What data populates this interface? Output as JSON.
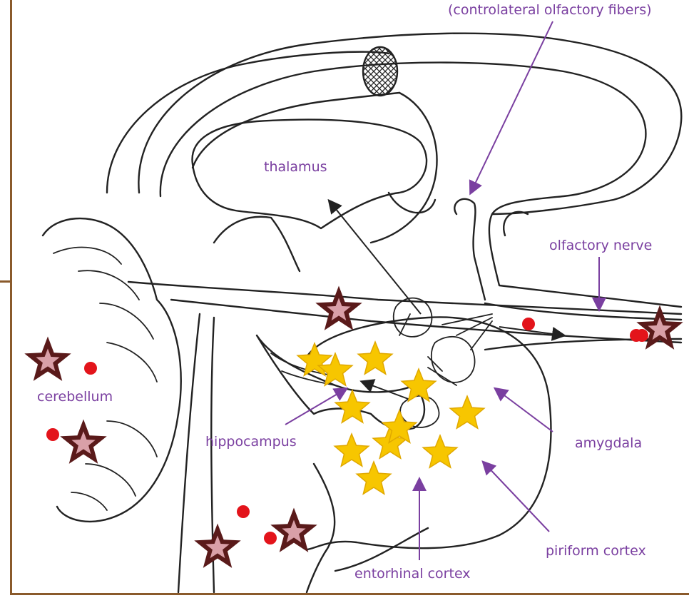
{
  "labels": {
    "contralateral": "(controlateral olfactory fibers)",
    "thalamus": "thalamus",
    "olfactory_nerve": "olfactory nerve",
    "cerebellum": "cerebellum",
    "hippocampus": "hippocampus",
    "amygdala": "amygdala",
    "piriform_cortex": "piriform cortex",
    "entorhinal_cortex": "entorhinal cortex"
  },
  "colors": {
    "label": "#7a3fa0",
    "outline": "#222222",
    "frame": "#8a5a2b",
    "gold_star": "#f7c600",
    "gold_star_edge": "#e0a800",
    "maroon_star": "#5a1a1a",
    "maroon_star_inner": "#d9a0a8",
    "red_dot": "#e3141b"
  },
  "markers": {
    "gold_star_count": 11,
    "maroon_star_count": 6,
    "red_dot_count": 7
  }
}
